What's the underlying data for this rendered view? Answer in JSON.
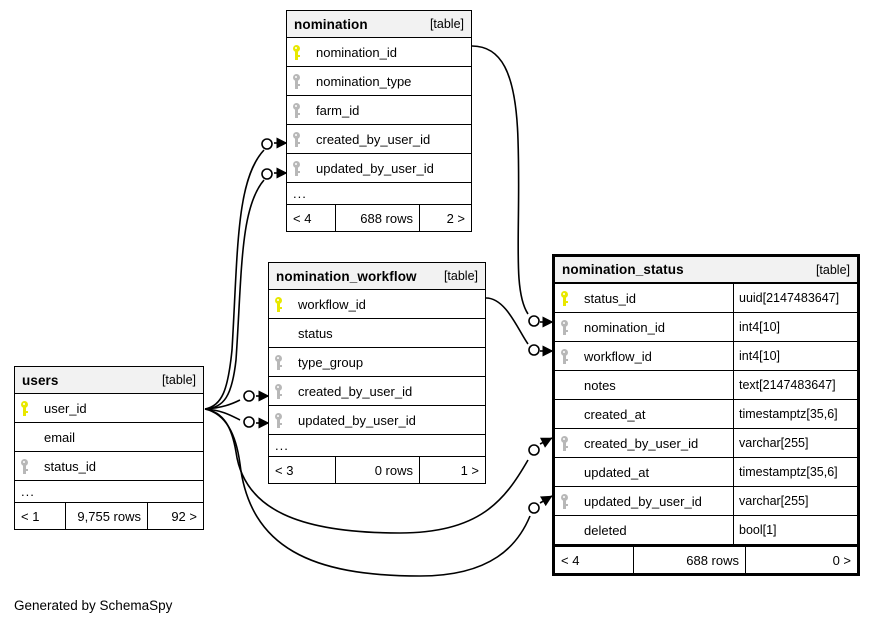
{
  "diagram": {
    "generator_note": "Generated by SchemaSpy",
    "table_kind_label": "[table]",
    "ellipsis": "...",
    "key_icon_primary": "key-icon-primary",
    "key_icon_foreign": "key-icon-foreign"
  },
  "tables": [
    {
      "id": "nomination",
      "name": "nomination",
      "kind": "[table]",
      "focused": false,
      "columns": [
        {
          "name": "nomination_id",
          "key": "pk",
          "type": ""
        },
        {
          "name": "nomination_type",
          "key": "fk",
          "type": ""
        },
        {
          "name": "farm_id",
          "key": "fk",
          "type": ""
        },
        {
          "name": "created_by_user_id",
          "key": "fk",
          "type": ""
        },
        {
          "name": "updated_by_user_id",
          "key": "fk",
          "type": ""
        }
      ],
      "has_more": true,
      "footer": {
        "left": "< 4",
        "middle": "688 rows",
        "right": "2 >"
      }
    },
    {
      "id": "nomination_workflow",
      "name": "nomination_workflow",
      "kind": "[table]",
      "focused": false,
      "columns": [
        {
          "name": "workflow_id",
          "key": "pk",
          "type": ""
        },
        {
          "name": "status",
          "key": "none",
          "type": ""
        },
        {
          "name": "type_group",
          "key": "fk",
          "type": ""
        },
        {
          "name": "created_by_user_id",
          "key": "fk",
          "type": ""
        },
        {
          "name": "updated_by_user_id",
          "key": "fk",
          "type": ""
        }
      ],
      "has_more": true,
      "footer": {
        "left": "< 3",
        "middle": "0 rows",
        "right": "1 >"
      }
    },
    {
      "id": "users",
      "name": "users",
      "kind": "[table]",
      "focused": false,
      "columns": [
        {
          "name": "user_id",
          "key": "pk",
          "type": ""
        },
        {
          "name": "email",
          "key": "none",
          "type": ""
        },
        {
          "name": "status_id",
          "key": "fk",
          "type": ""
        }
      ],
      "has_more": true,
      "footer": {
        "left": "< 1",
        "middle": "9,755 rows",
        "right": "92 >"
      }
    },
    {
      "id": "nomination_status",
      "name": "nomination_status",
      "kind": "[table]",
      "focused": true,
      "columns": [
        {
          "name": "status_id",
          "key": "pk",
          "type": "uuid[2147483647]"
        },
        {
          "name": "nomination_id",
          "key": "fk",
          "type": "int4[10]"
        },
        {
          "name": "workflow_id",
          "key": "fk",
          "type": "int4[10]"
        },
        {
          "name": "notes",
          "key": "none",
          "type": "text[2147483647]"
        },
        {
          "name": "created_at",
          "key": "none",
          "type": "timestamptz[35,6]"
        },
        {
          "name": "created_by_user_id",
          "key": "fk",
          "type": "varchar[255]"
        },
        {
          "name": "updated_at",
          "key": "none",
          "type": "timestamptz[35,6]"
        },
        {
          "name": "updated_by_user_id",
          "key": "fk",
          "type": "varchar[255]"
        },
        {
          "name": "deleted",
          "key": "none",
          "type": "bool[1]"
        }
      ],
      "has_more": false,
      "footer": {
        "left": "< 4",
        "middle": "688 rows",
        "right": "0 >"
      }
    }
  ],
  "relationships": [
    {
      "from": "users.user_id",
      "to": "nomination.created_by_user_id"
    },
    {
      "from": "users.user_id",
      "to": "nomination.updated_by_user_id"
    },
    {
      "from": "users.user_id",
      "to": "nomination_workflow.created_by_user_id"
    },
    {
      "from": "users.user_id",
      "to": "nomination_workflow.updated_by_user_id"
    },
    {
      "from": "users.user_id",
      "to": "nomination_status.created_by_user_id"
    },
    {
      "from": "users.user_id",
      "to": "nomination_status.updated_by_user_id"
    },
    {
      "from": "nomination.nomination_id",
      "to": "nomination_status.nomination_id"
    },
    {
      "from": "nomination_workflow.workflow_id",
      "to": "nomination_status.workflow_id"
    }
  ],
  "colors": {
    "primary_key": "#e8e800",
    "foreign_key": "#b8b8b8",
    "header_bg": "#f2f2f2",
    "line": "#000000",
    "background": "#ffffff"
  }
}
